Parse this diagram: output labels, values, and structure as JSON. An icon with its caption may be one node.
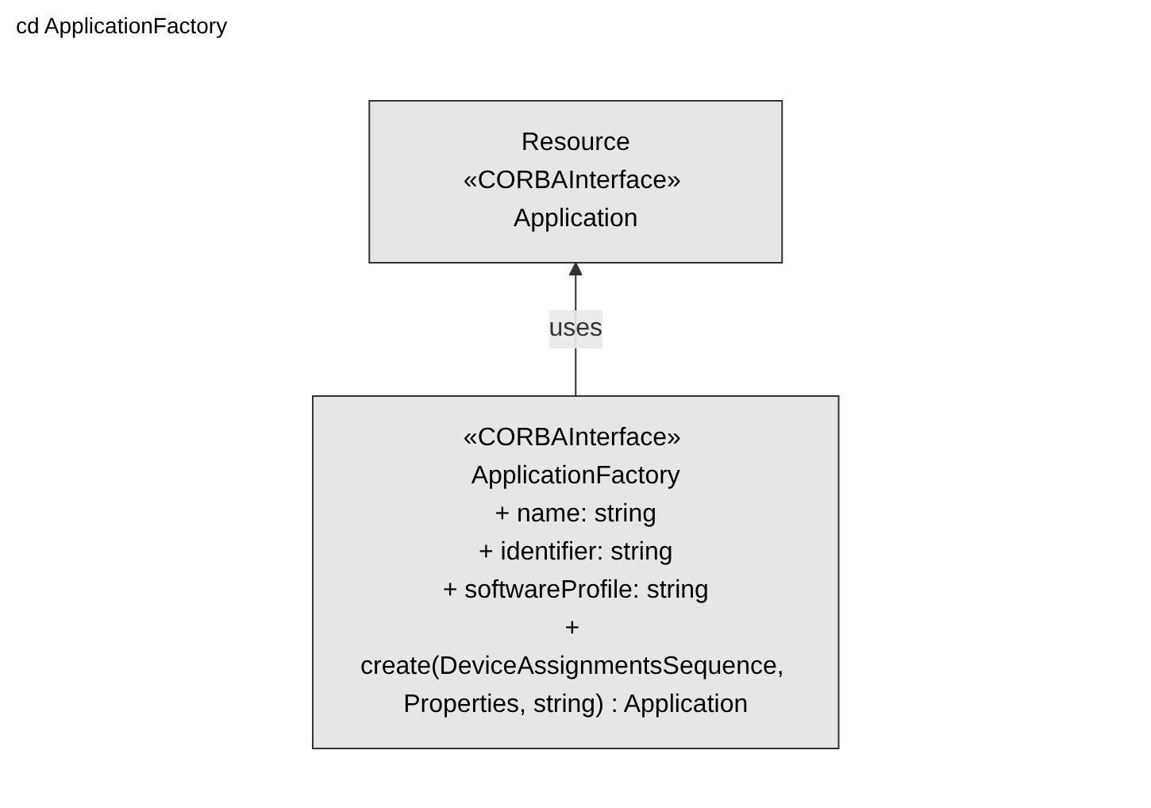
{
  "diagram": {
    "title": "cd ApplicationFactory",
    "nodes": [
      {
        "text": [
          "Resource",
          "«CORBAInterface» Application"
        ]
      },
      {
        "text": [
          "«CORBAInterface» ApplicationFactory",
          "+ name: string",
          "+ identifier: string",
          "+ softwareProfile: string",
          "+ create(DeviceAssignmentsSequence, Properties, string) : Application"
        ]
      }
    ],
    "edges": [
      {
        "from": 1,
        "to": 0,
        "arrow": "to",
        "label": "uses"
      }
    ]
  }
}
